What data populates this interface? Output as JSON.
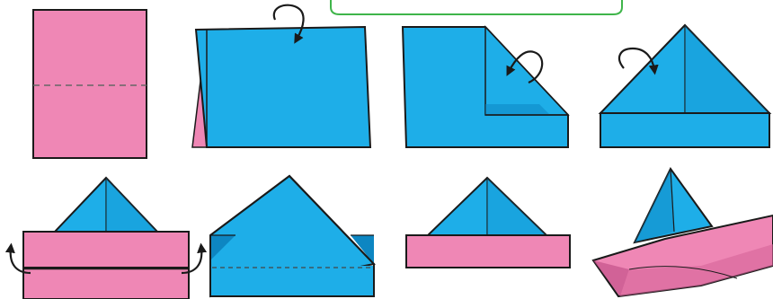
{
  "diagram": {
    "type": "origami-instructions",
    "subject": "paper boat",
    "step_count": 8,
    "colors": {
      "paper_pink": "#ef87b5",
      "paper_pink_shadow": "#d5649a",
      "paper_blue": "#1eaee8",
      "paper_blue_shadow": "#0d86c2",
      "outline": "#1a1a1a",
      "fold_line": "#666666",
      "caption_border": "#3fb54a"
    },
    "icons": [
      "curved-arrow-icon",
      "dashed-fold-line"
    ]
  }
}
